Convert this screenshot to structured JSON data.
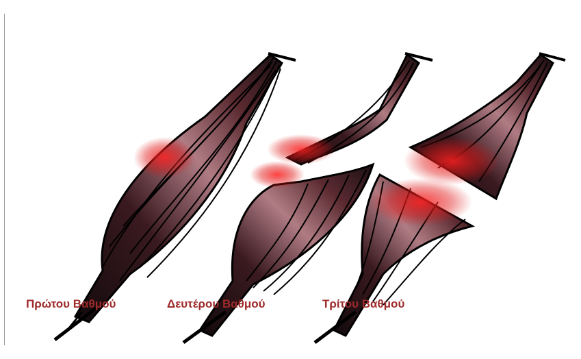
{
  "illustration": {
    "colors": {
      "muscle_dark": "#1a0f12",
      "muscle_mid": "#5a2a30",
      "muscle_light": "#c08a92",
      "injury_red": "#e01818",
      "label_color": "#9e2a2a"
    },
    "panels": [
      {
        "label": "Πρώτου Βαθμού"
      },
      {
        "label": "Δευτέρου Βαθμού"
      },
      {
        "label": "Τρίτου Βαθμού"
      }
    ]
  }
}
